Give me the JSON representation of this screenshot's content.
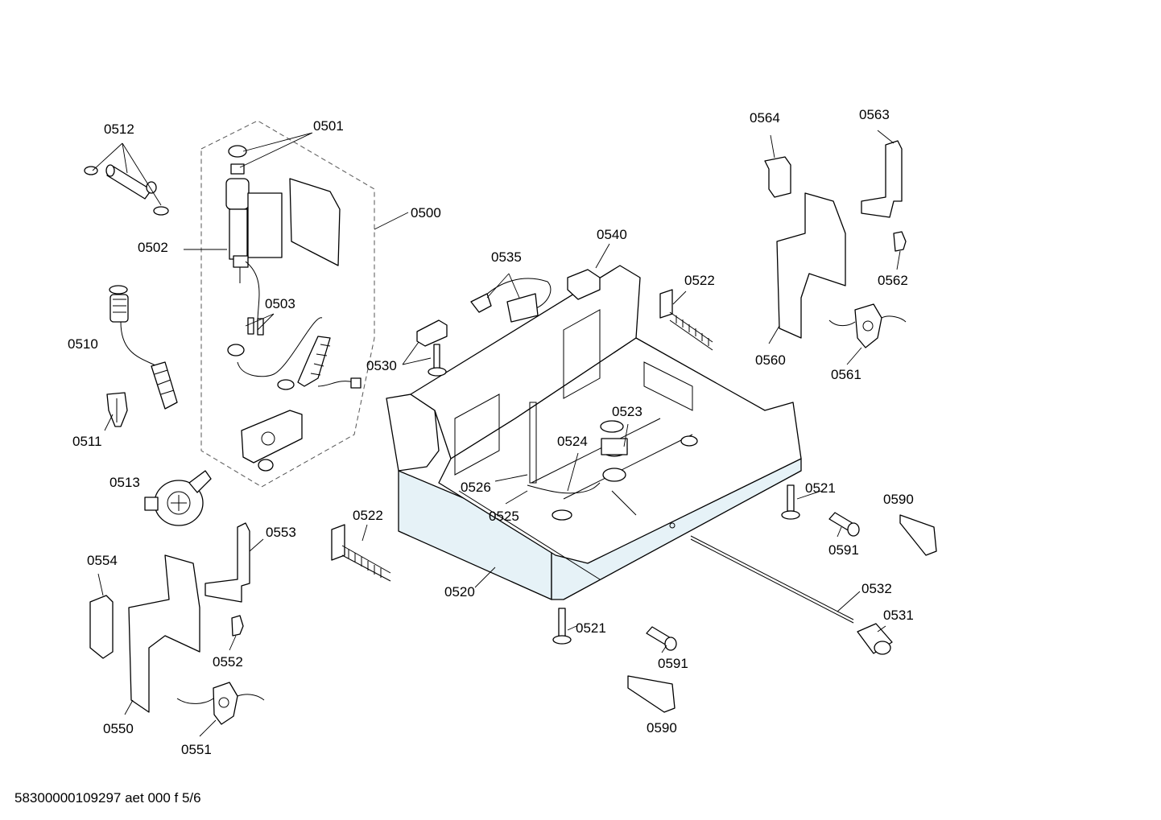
{
  "callouts": {
    "c0512": "0512",
    "c0501": "0501",
    "c0500": "0500",
    "c0502": "0502",
    "c0503": "0503",
    "c0510": "0510",
    "c0511": "0511",
    "c0513": "0513",
    "c0530": "0530",
    "c0535": "0535",
    "c0540": "0540",
    "c0522a": "0522",
    "c0564": "0564",
    "c0563": "0563",
    "c0562": "0562",
    "c0560": "0560",
    "c0561": "0561",
    "c0523": "0523",
    "c0524": "0524",
    "c0526": "0526",
    "c0525": "0525",
    "c0521a": "0521",
    "c0590a": "0590",
    "c0591a": "0591",
    "c0522b": "0522",
    "c0553": "0553",
    "c0554": "0554",
    "c0552": "0552",
    "c0550": "0550",
    "c0551": "0551",
    "c0520": "0520",
    "c0521b": "0521",
    "c0591b": "0591",
    "c0590b": "0590",
    "c0532": "0532",
    "c0531": "0531"
  },
  "footer": "58300000109297 aet 000 f 5/6"
}
